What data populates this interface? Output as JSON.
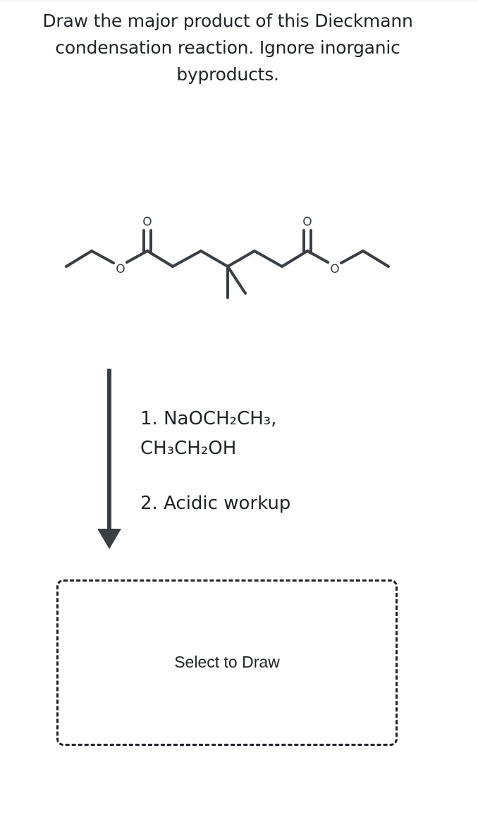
{
  "question": {
    "text": "Draw the major product of this Dieckmann condensation reaction. Ignore inorganic byproducts."
  },
  "molecule": {
    "atoms": {
      "o_carbonyl_left": "O",
      "o_ester_left": "O",
      "o_carbonyl_right": "O",
      "o_ester_right": "O"
    },
    "bond_color": "#3a3f46"
  },
  "arrow": {
    "color": "#3a3f46"
  },
  "conditions": {
    "step1_line1": "1. NaOCH₂CH₃,",
    "step1_line2": "CH₃CH₂OH",
    "step2": "2. Acidic workup"
  },
  "draw_area": {
    "label": "Select to Draw"
  }
}
